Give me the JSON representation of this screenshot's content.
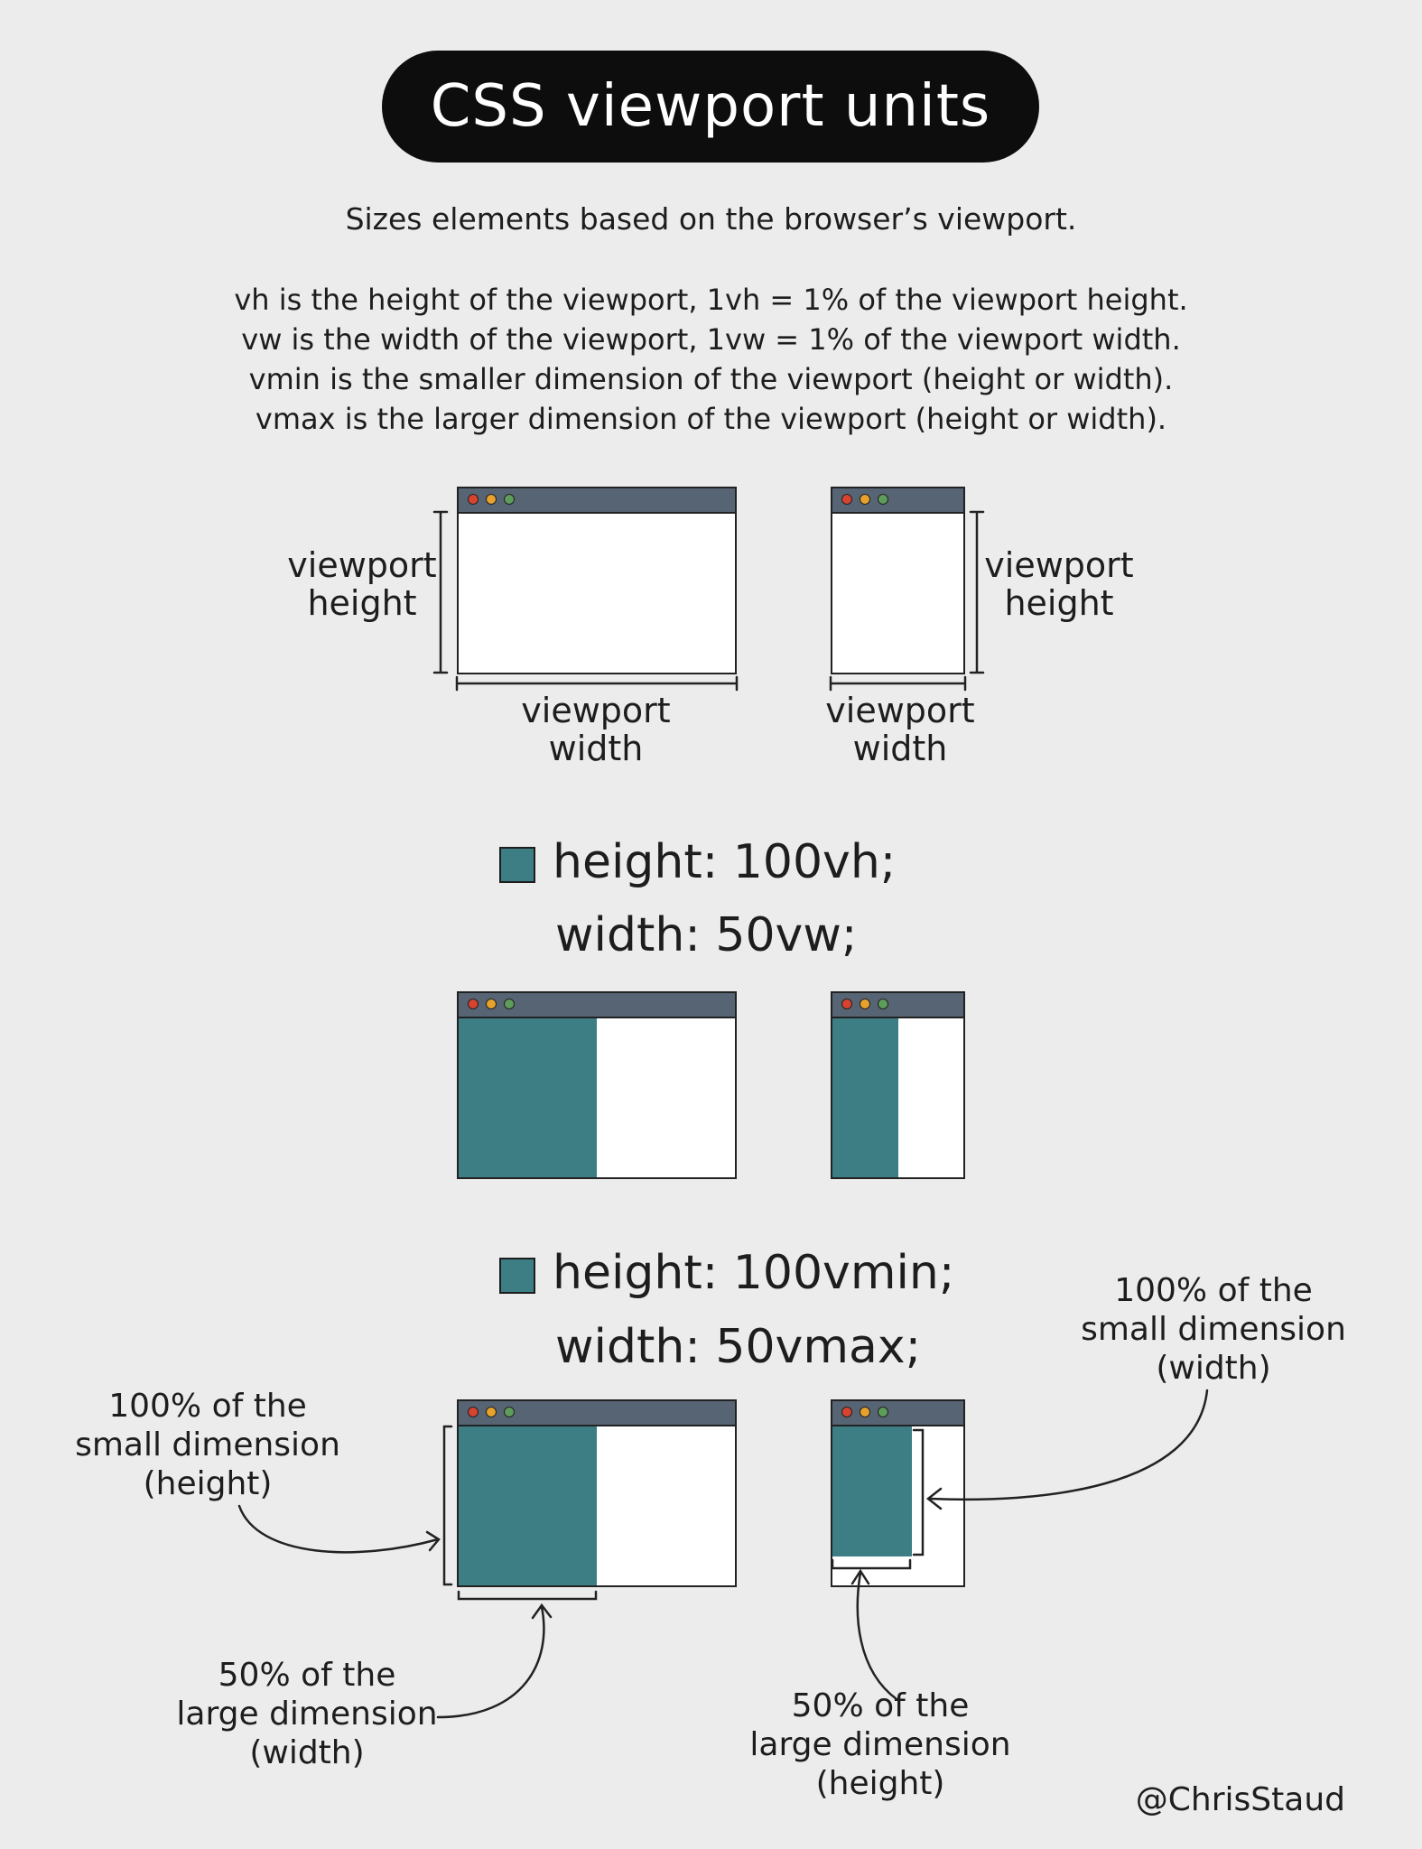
{
  "title": "CSS viewport units",
  "intro": "Sizes elements based on the browser’s viewport.",
  "definitions": [
    "vh is the height of the viewport, 1vh = 1% of the viewport height.",
    "vw is the width of the viewport, 1vw = 1% of the viewport width.",
    "vmin is the smaller dimension of the viewport (height or width).",
    "vmax is the larger dimension of the viewport (height or width)."
  ],
  "labels": {
    "viewport_height_1": "viewport",
    "viewport_height_2": "height",
    "viewport_width_1": "viewport",
    "viewport_width_2": "width"
  },
  "example1": {
    "line1": "height: 100vh;",
    "line2": "width: 50vw;"
  },
  "example2": {
    "line1": "height: 100vmin;",
    "line2": "width: 50vmax;"
  },
  "annotations": {
    "left_small_1": "100% of the",
    "left_small_2": "small dimension",
    "left_small_3": "(height)",
    "left_large_1": "50% of the",
    "left_large_2": "large dimension",
    "left_large_3": "(width)",
    "right_small_1": "100% of the",
    "right_small_2": "small dimension",
    "right_small_3": "(width)",
    "right_large_1": "50% of the",
    "right_large_2": "large dimension",
    "right_large_3": "(height)"
  },
  "credit": "@ChrisStaud",
  "colors": {
    "background": "#ececec",
    "title_bg": "#0d0d0d",
    "window_bar": "#566474",
    "fill": "#3d7e85",
    "dot_red": "#d8432f",
    "dot_orange": "#e8a22c",
    "dot_green": "#5e9c5b"
  }
}
